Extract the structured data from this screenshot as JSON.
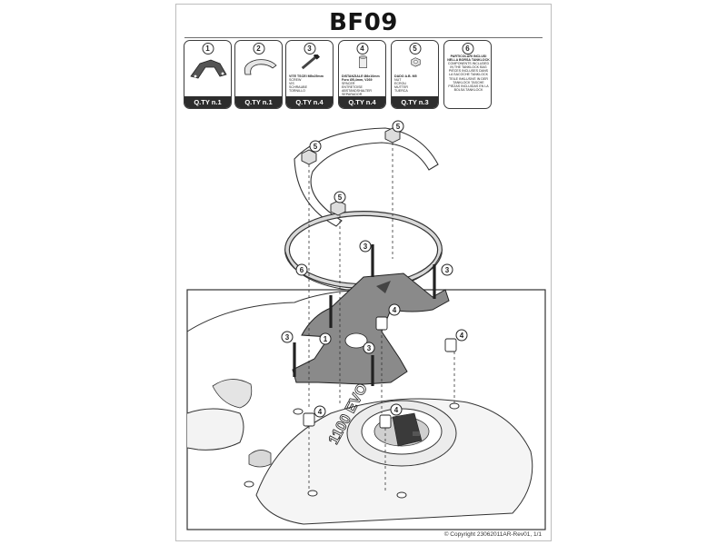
{
  "title": "BF09",
  "parts": [
    {
      "num": "1",
      "icon": "tank-bracket-icon",
      "qty": "Q.TY n.1",
      "name": "",
      "lines": []
    },
    {
      "num": "2",
      "icon": "ring-plate-icon",
      "qty": "Q.TY n.1",
      "name": "",
      "lines": []
    },
    {
      "num": "3",
      "icon": "screw-icon",
      "qty": "Q.TY n.4",
      "name": "VITE TSCEI M5x25mm",
      "lines": [
        "SCREW",
        "VIS",
        "SCHRAUBE",
        "TORNILLO"
      ]
    },
    {
      "num": "4",
      "icon": "spacer-icon",
      "qty": "Q.TY n.4",
      "name": "DISTANZIALE Ø8x10mm Foro Ø5,4mm, V269",
      "lines": [
        "SPACER",
        "ENTRETOISE",
        "ABSTANDSHALTER",
        "SEPARADOR"
      ]
    },
    {
      "num": "5",
      "icon": "nut-icon",
      "qty": "Q.TY n.3",
      "name": "DADO A.B. M5",
      "lines": [
        "NUT",
        "ECROU",
        "MUTTER",
        "TUERCA"
      ]
    },
    {
      "num": "6",
      "icon": "",
      "qty": "",
      "name": "PARTICOLARI INCLUSI NELLA BORSA TANKLOCK",
      "lines": [
        "COMPONENTS INCLUDED IN THE TANKLOCK BAG",
        "PIÈCES INCLUSES DANS LA SACOCHE TANKLOCK",
        "TEILE INKLUSIVE IN DER TANKLOCK TASCHE",
        "PIEZAS INCLUIDAS EN LA BOLSA TANKLOCK"
      ]
    }
  ],
  "diagram": {
    "callouts": [
      "5",
      "5",
      "6",
      "3",
      "3",
      "1",
      "4",
      "3",
      "3",
      "4",
      "4",
      "4",
      "5"
    ],
    "tank_text": "1100 EVO"
  },
  "footer": "© Copyright 23062011AR-Rev01, 1/1"
}
